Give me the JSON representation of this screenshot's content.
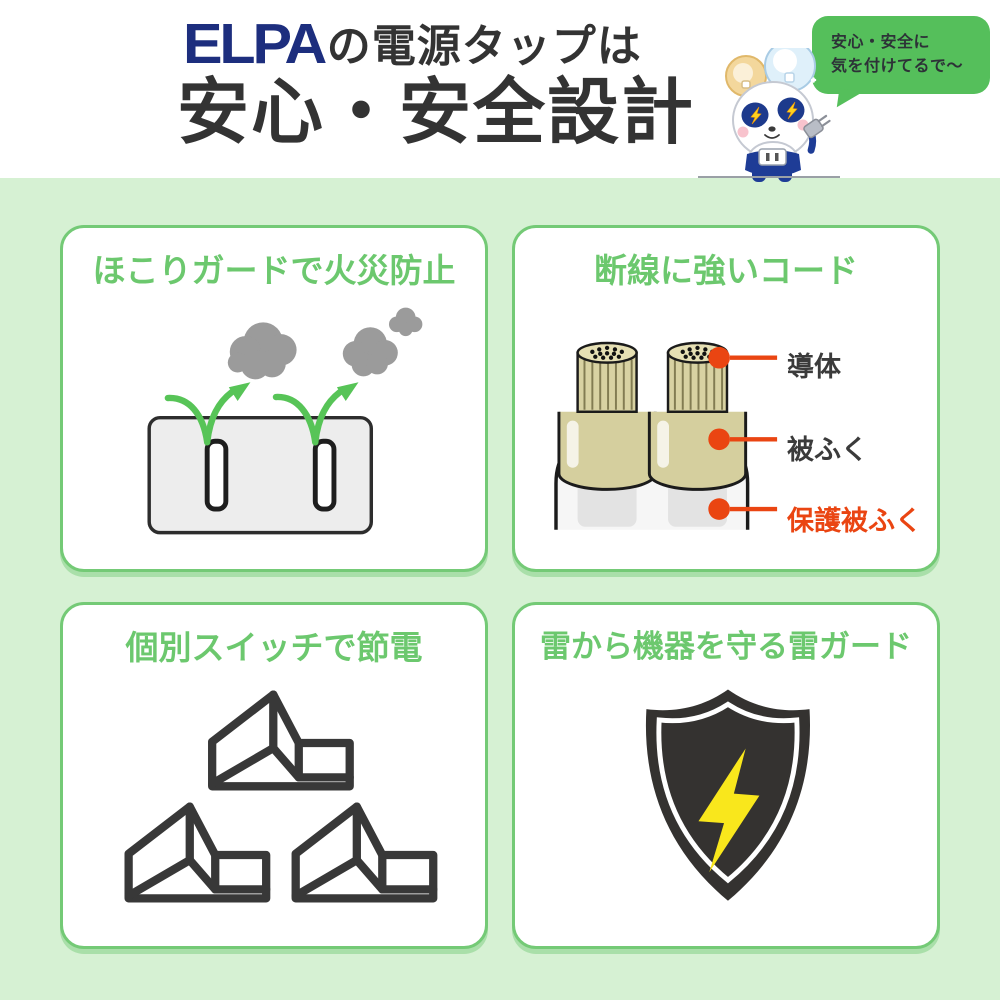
{
  "header": {
    "brand": "ELPA",
    "title_line1_suffix": "の電源タップは",
    "title_line2": "安心・安全設計"
  },
  "mascot": {
    "description": "panda-mascot-with-lightbulb-ears-holding-plug",
    "speech_line1": "安心・安全に",
    "speech_line2": "気を付けてるで〜"
  },
  "panels": [
    {
      "title": "ほこりガードで火災防止",
      "illustration": "outlet-plate-with-dust-clouds-and-green-arrows"
    },
    {
      "title": "断線に強いコード",
      "illustration": "cord-cross-section",
      "labels": [
        {
          "text": "導体",
          "color": "#3b3b3b"
        },
        {
          "text": "被ふく",
          "color": "#3b3b3b"
        },
        {
          "text": "保護被ふく",
          "color": "#ea4512"
        }
      ]
    },
    {
      "title": "個別スイッチで節電",
      "illustration": "three-rocker-switches"
    },
    {
      "title": "雷から機器を守る雷ガード",
      "illustration": "shield-with-lightning-bolt"
    }
  ],
  "colors": {
    "brand_navy": "#1d2e7e",
    "heading_dark": "#333333",
    "background_green": "#d6f1d3",
    "panel_border_green": "#74ca76",
    "panel_title_green": "#6cc86e",
    "bubble_green": "#55bf5b",
    "arrow_green": "#57c457",
    "dust_gray": "#9b9b9b",
    "label_orange": "#ea4512",
    "cord_tan": "#d5cf9e",
    "shield_dark": "#343230",
    "bolt_yellow": "#f9e71c"
  }
}
